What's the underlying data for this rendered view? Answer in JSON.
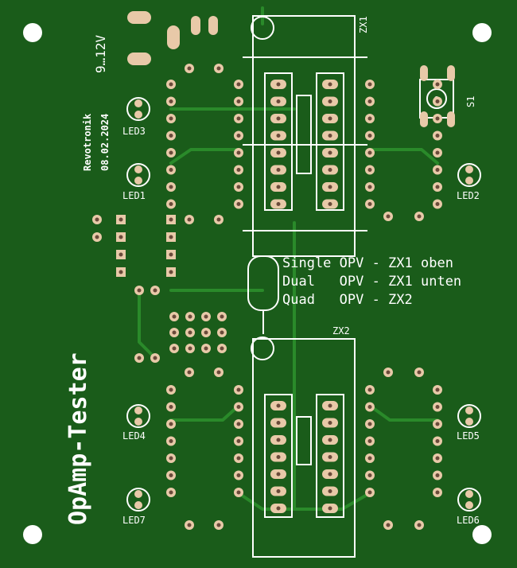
{
  "board": {
    "title": "OpAmp-Tester",
    "brand": "Revotronik",
    "date": "08.02.2024",
    "voltage": "9…12V"
  },
  "labels": {
    "zx1": "ZX1",
    "zx2": "ZX2",
    "s1": "S1",
    "led1": "LED1",
    "led2": "LED2",
    "led3": "LED3",
    "led4": "LED4",
    "led5": "LED5",
    "led6": "LED6",
    "led7": "LED7"
  },
  "notes": [
    "Single OPV - ZX1 oben",
    "Dual   OPV - ZX1 unten",
    "Quad   OPV - ZX2"
  ],
  "colors": {
    "board": "#1a5c1a",
    "trace": "#2a8a2a",
    "silkscreen": "#ffffff",
    "pad": "#e8c9a8"
  }
}
